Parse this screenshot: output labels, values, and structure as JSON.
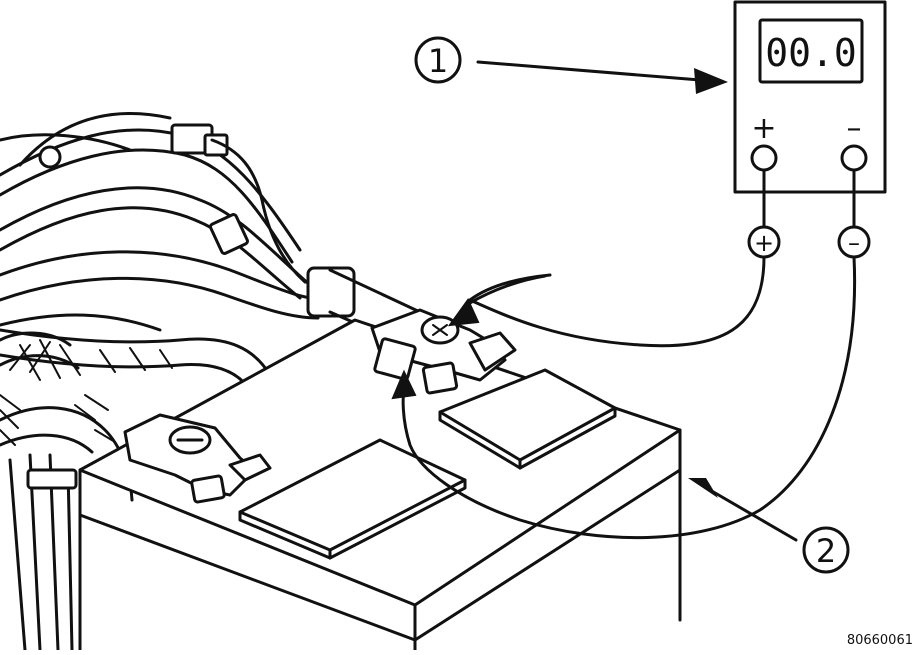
{
  "diagram": {
    "meter": {
      "display_value": "00.0",
      "positive_symbol": "+",
      "negative_symbol": "–",
      "probe_positive": "+",
      "probe_negative": "–"
    },
    "callouts": [
      {
        "number": "1"
      },
      {
        "number": "2"
      }
    ],
    "figure_id": "80660061"
  }
}
